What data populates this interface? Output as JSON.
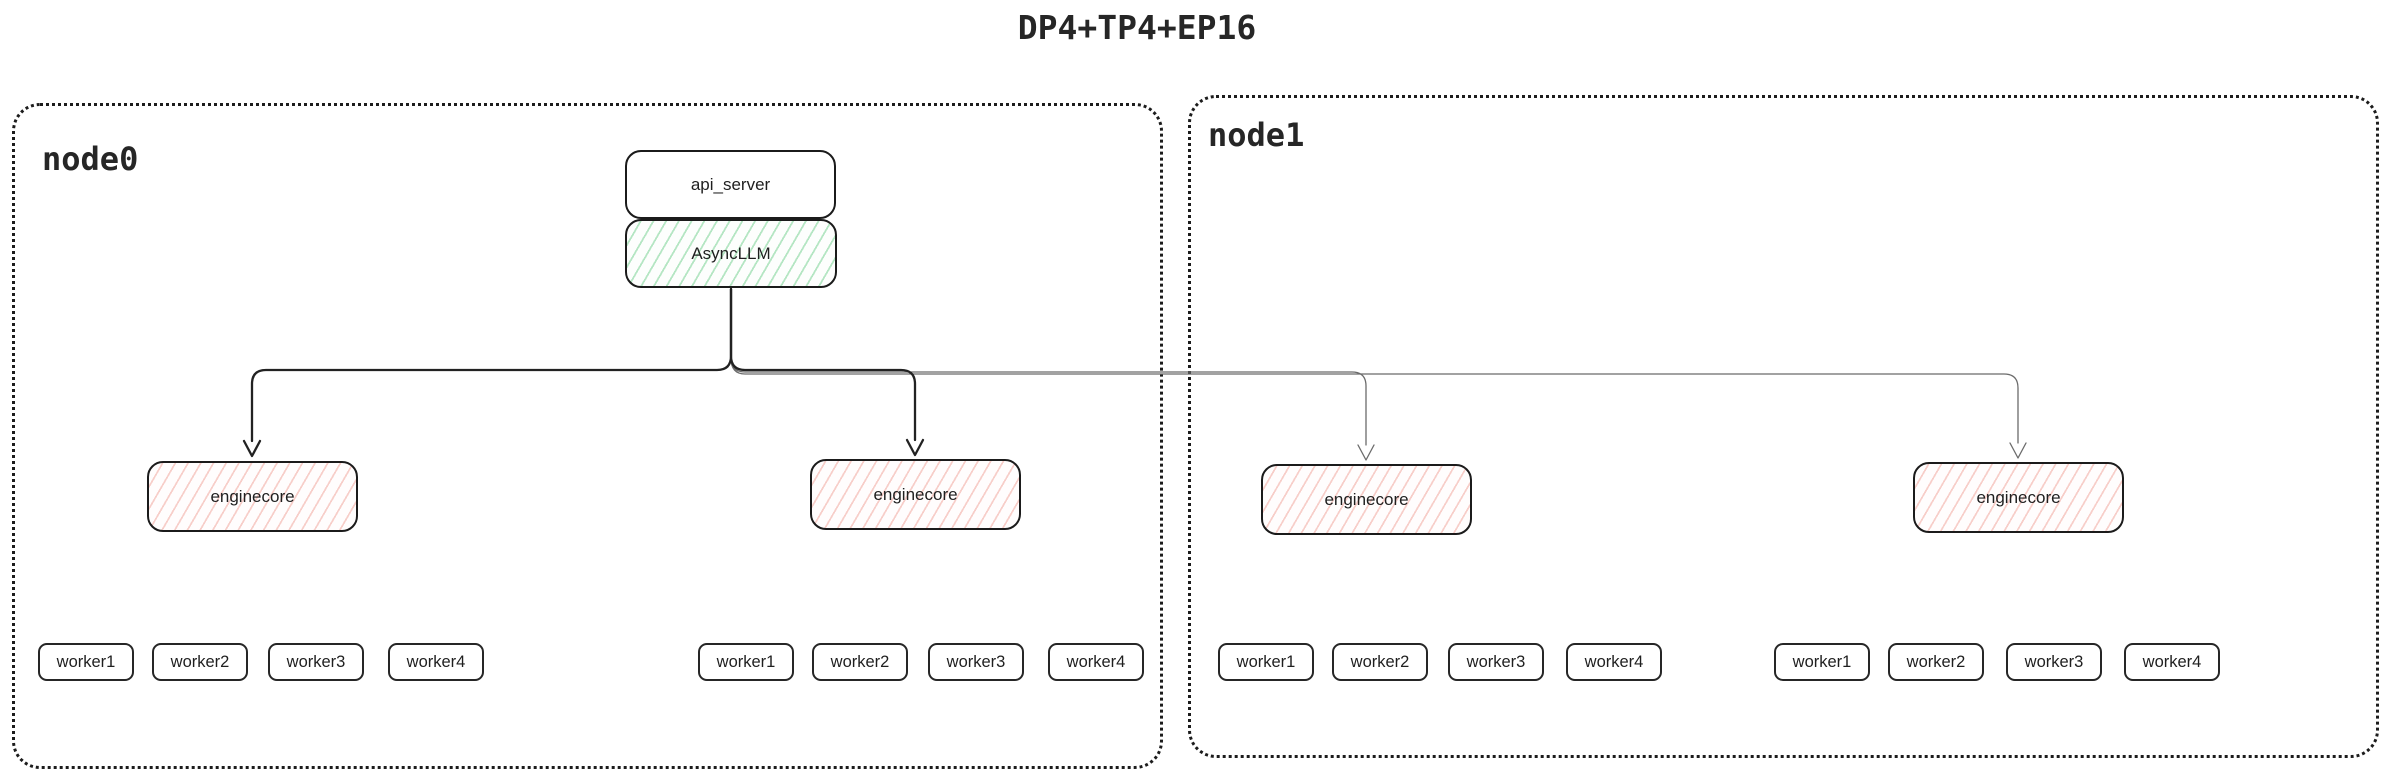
{
  "title": "DP4+TP4+EP16",
  "node0": {
    "label": "node0"
  },
  "node1": {
    "label": "node1"
  },
  "api_server": {
    "label": "api_server"
  },
  "async_llm": {
    "label": "AsyncLLM"
  },
  "enginecores": [
    {
      "label": "enginecore"
    },
    {
      "label": "enginecore"
    },
    {
      "label": "enginecore"
    },
    {
      "label": "enginecore"
    }
  ],
  "worker_groups": [
    {
      "workers": [
        {
          "label": "worker1"
        },
        {
          "label": "worker2"
        },
        {
          "label": "worker3"
        },
        {
          "label": "worker4"
        }
      ]
    },
    {
      "workers": [
        {
          "label": "worker1"
        },
        {
          "label": "worker2"
        },
        {
          "label": "worker3"
        },
        {
          "label": "worker4"
        }
      ]
    },
    {
      "workers": [
        {
          "label": "worker1"
        },
        {
          "label": "worker2"
        },
        {
          "label": "worker3"
        },
        {
          "label": "worker4"
        }
      ]
    },
    {
      "workers": [
        {
          "label": "worker1"
        },
        {
          "label": "worker2"
        },
        {
          "label": "worker3"
        },
        {
          "label": "worker4"
        }
      ]
    }
  ],
  "colors": {
    "green_hatch": "#7ad394",
    "red_hatch": "#ee948a",
    "edge_dark": "#222222",
    "edge_light": "#6b6b6b",
    "border": "#1b1b1b"
  }
}
